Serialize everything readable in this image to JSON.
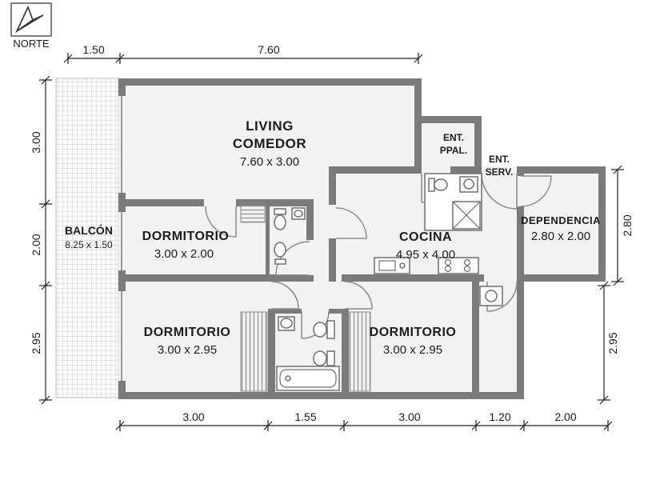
{
  "colors": {
    "wall": "#7b7b7b",
    "room_fill": "#f2f2f2",
    "balcony_grid": "#c9c9c9",
    "text": "#1c1c1c"
  },
  "north": {
    "label": "NORTE"
  },
  "rooms": {
    "living": {
      "name_line1": "LIVING",
      "name_line2": "COMEDOR",
      "size": "7.60 x 3.00"
    },
    "balcon": {
      "name": "BALCÓN",
      "size": "8.25 x 1.50"
    },
    "dormitorio1": {
      "name": "DORMITORIO",
      "size": "3.00 x 2.00"
    },
    "cocina": {
      "name": "COCINA",
      "size": "4.95 x 4.00"
    },
    "dependencia": {
      "name": "DEPENDENCIA",
      "size": "2.80 x 2.00"
    },
    "dormitorio2": {
      "name": "DORMITORIO",
      "size": "3.00 x 2.95"
    },
    "dormitorio3": {
      "name": "DORMITORIO",
      "size": "3.00 x 2.95"
    },
    "ent_ppal": {
      "line1": "ENT.",
      "line2": "PPAL."
    },
    "ent_serv": {
      "line1": "ENT.",
      "line2": "SERV."
    }
  },
  "dims": {
    "top": [
      "1.50",
      "7.60"
    ],
    "left": [
      "3.00",
      "2.00",
      "2.95"
    ],
    "right": [
      "2.80",
      "2.95"
    ],
    "bottom": [
      "3.00",
      "1.55",
      "3.00",
      "1.20",
      "2.00"
    ]
  }
}
